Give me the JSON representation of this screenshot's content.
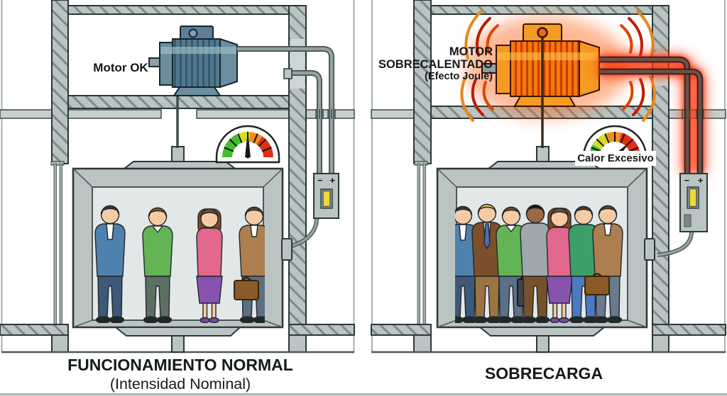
{
  "panels": [
    {
      "name": "funcionamiento-normal",
      "motor_label": "Motor OK",
      "caption_line1": "FUNCIONAMIENTO NORMAL",
      "caption_line2": "(Intensidad Nominal)",
      "gauge": {
        "reading": "normal",
        "needle_position": "center-green",
        "zones": [
          "green",
          "yellow",
          "orange",
          "red"
        ]
      },
      "switch_box": {
        "minus_label": "−",
        "plus_label": "+"
      },
      "people": [
        {
          "desc": "man in blue suit",
          "hair": "#35393d",
          "top": "#4e81ad",
          "bottom": "#3d5878",
          "skin": "#f4cba4"
        },
        {
          "desc": "man in green sweater",
          "hair": "#8a5a2a",
          "top": "#63b455",
          "bottom": "#5d6f63",
          "skin": "#f4cba4"
        },
        {
          "desc": "woman in pink top and purple skirt",
          "hair": "#7a4a24",
          "top": "#e2688e",
          "bottom": "#8852b0",
          "skin": "#f4cba4",
          "shoes": "#7446a8"
        },
        {
          "desc": "man in tan jacket with briefcase",
          "hair": "#6e4218",
          "top": "#ad7e4e",
          "bottom": "#5d7082",
          "skin": "#f4cba4",
          "accessory": "#8a5a28"
        }
      ]
    },
    {
      "name": "sobrecarga",
      "motor_label_line1": "MOTOR",
      "motor_label_line2": "SOBRECALENTADO",
      "motor_label_line3": "(Efecto Joule)",
      "gauge_label": "Calor Excesivo",
      "caption": "SOBRECARGA",
      "gauge": {
        "reading": "overload",
        "needle_position": "red-zone",
        "zones": [
          "green",
          "yellow",
          "orange",
          "red"
        ]
      },
      "switch_box": {
        "minus_label": "−",
        "plus_label": "+"
      },
      "people": [
        {
          "desc": "man in blue suit",
          "hair": "#35393d",
          "top": "#4e81ad",
          "bottom": "#3d5878",
          "skin": "#f4cba4"
        },
        {
          "desc": "blond man in brown suit",
          "hair": "#e6c25c",
          "top": "#7d4f2a",
          "bottom": "#9c7442",
          "skin": "#f4cba4",
          "tie": "#4a6fb5"
        },
        {
          "desc": "man in green sweater with briefcase",
          "hair": "#7a4a22",
          "top": "#63b455",
          "bottom": "#5a7085",
          "skin": "#f4cba4",
          "accessory": "#3f444a"
        },
        {
          "desc": "man in gray shirt",
          "hair": "#141414",
          "top": "#9fa9ad",
          "bottom": "#77512a",
          "skin": "#9a6a42"
        },
        {
          "desc": "woman in pink top and purple skirt",
          "hair": "#7a4a24",
          "top": "#e2688e",
          "bottom": "#8852b0",
          "skin": "#f4cba4",
          "shoes": "#7446a8"
        },
        {
          "desc": "man in green shirt and jeans",
          "hair": "#55371c",
          "top": "#3d9e68",
          "bottom": "#4b7ac2",
          "skin": "#f4cba4"
        },
        {
          "desc": "man in tan jacket with briefcase",
          "hair": "#6e4218",
          "top": "#ad7e4e",
          "bottom": "#6b7b8c",
          "skin": "#f4cba4",
          "accessory": "#8a5a28"
        }
      ]
    }
  ],
  "colors": {
    "structure": "#b9c4c3",
    "hatch": "#7b8b8a",
    "outline": "#2b3838",
    "rail": "#c6d0cf",
    "cab_interior": "#e2e8e8",
    "motor_normal_body": "#53788e",
    "motor_normal_dark": "#33596e",
    "motor_normal_cap": "#6c8d9f",
    "motor_normal_light": "#9fbecb",
    "motor_normal_box": "#5d8096",
    "motor_hot_body": "#f07b10",
    "motor_hot_dark": "#cc3a00",
    "motor_hot_cap": "#f59a22",
    "motor_hot_light": "#ffc24a",
    "heat_glow": "#ff5500",
    "wire_normal": "#93a3a1",
    "wire_hot": "#6b5148",
    "wire_glow": "#ff2200",
    "gauge_green": "#3fbf2f",
    "gauge_yellow": "#d9d92a",
    "gauge_orange": "#f09022",
    "gauge_red": "#e03018",
    "needle": "#1a1a1a",
    "switch_yellow": "#eed83e",
    "skin_default": "#f4cba4"
  }
}
